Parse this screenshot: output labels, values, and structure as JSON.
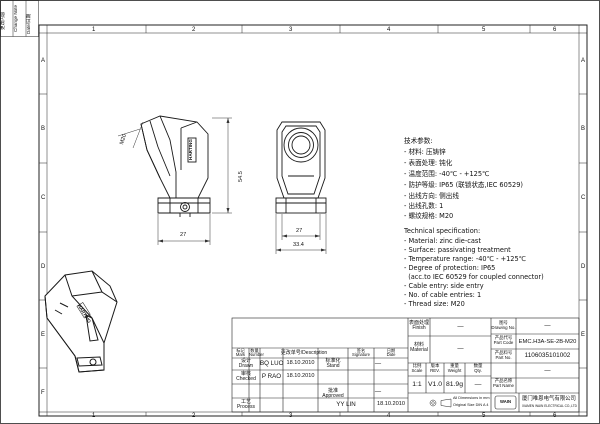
{
  "revision_strip": {
    "items": [
      "更改内容",
      "Change Note",
      "Date/日期"
    ]
  },
  "zone_labels": {
    "columns": [
      "1",
      "2",
      "3",
      "4",
      "5",
      "6"
    ],
    "rows": [
      "A",
      "B",
      "C",
      "D",
      "E",
      "F"
    ]
  },
  "dimensions": {
    "thread": "M20",
    "height": "54.5",
    "width_side": "27",
    "width_front": "27",
    "width_overall": "33.4"
  },
  "part_marking": "HARTING",
  "spec_cn": [
    "技术参数:",
    "- 材料: 压铸锌",
    "- 表面处理: 钝化",
    "- 温度范围: -40℃ - +125℃",
    "- 防护等级: IP65 (联锁状态,IEC 60529)",
    "- 出线方向: 侧出线",
    "- 出线孔数: 1",
    "- 螺纹规格: M20"
  ],
  "spec_en": [
    "Technical specification:",
    "- Material: zinc die-cast",
    "- Surface: passivating treatment",
    "- Temperature range: -40℃ - +125℃",
    "- Degree of protection: IP65",
    "  (acc.to IEC 60529 for coupled connector)",
    "- Cable entry: side entry",
    "- No. of cable entries: 1",
    "- Thread size: M20"
  ],
  "title_block": {
    "headers": {
      "mark": "标记\nMark",
      "number": "数量\nNumber",
      "change": "更改单号/Description",
      "signature": "签名\nSignature",
      "date": "日期\nDate",
      "drawn": "设计\nDrawn",
      "checked": "审核\nChecked",
      "process": "工艺\nProcess",
      "stand": "标准化\nStand",
      "approved": "批准\nApproved",
      "finish": "表面处理\nFinish",
      "material": "材料\nMaterial",
      "drawing_no": "图号\nDrawing No.",
      "part_code": "产品代号\nPart Code",
      "part_no": "产品料号\nPart No.",
      "part_name": "产品名称\nPart Name",
      "scale": "比例\nScale",
      "rev": "版本\nREV.",
      "weight": "重量\nWeight",
      "qty": "数量\nQty."
    },
    "drawn_by": "BQ LUO",
    "drawn_date": "18.10.2010",
    "checked_by": "P RAO",
    "checked_date": "18.10.2010",
    "approved_by": "YY LIN",
    "approved_date": "18.10.2010",
    "stand_value": "—",
    "approved_mid": "—",
    "finish_value": "—",
    "material_value": "—",
    "drawing_no_value": "—",
    "part_code_value": "EMC.H3A-SE-2B-M20",
    "part_no_value": "1106035101002",
    "part_name_value": "—",
    "scale_value": "1:1",
    "rev_value": "V1.0",
    "weight_value": "81.9g",
    "qty_value": "—",
    "note_line1": "All Dimensions in mm",
    "note_line2": "Original Size DIN A 4",
    "company_cn": "厦门唯恩电气有限公司",
    "company_en": "XIAMEN WAIN ELECTRICAL CO.,LTD",
    "logo_text": "WAIN"
  }
}
